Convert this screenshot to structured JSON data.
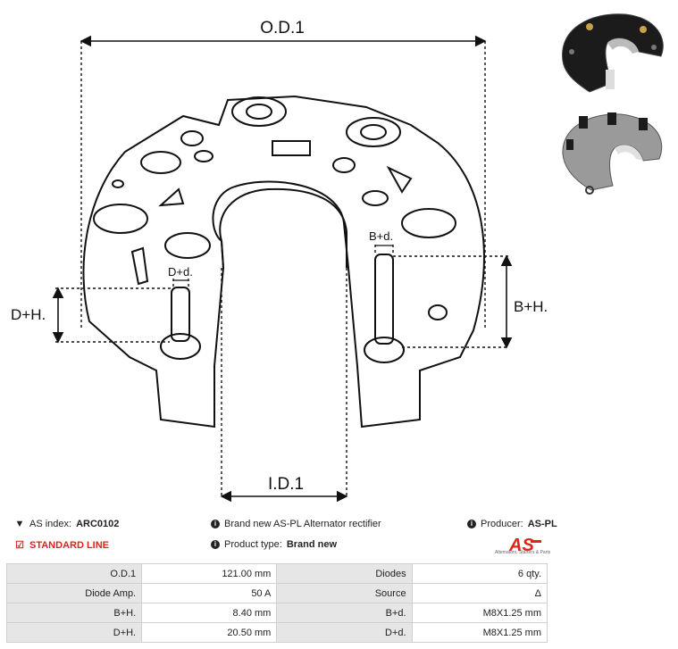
{
  "drawing": {
    "od_label": "O.D.1",
    "id_label": "I.D.1",
    "dh_label": "D+H.",
    "bh_label": "B+H.",
    "dd_label": "D+d.",
    "bd_label": "B+d."
  },
  "info": {
    "as_index_label": "AS index:",
    "as_index_value": "ARC0102",
    "line_label": "STANDARD LINE",
    "description": "Brand new AS-PL Alternator rectifier",
    "product_type_label": "Product type:",
    "product_type_value": "Brand new",
    "producer_label": "Producer:",
    "producer_value": "AS-PL",
    "logo_text": "AS",
    "logo_tagline": "Alternators, Starters & Parts"
  },
  "specs": [
    {
      "k1": "O.D.1",
      "v1": "121.00 mm",
      "k2": "Diodes",
      "v2": "6 qty."
    },
    {
      "k1": "Diode Amp.",
      "v1": "50 A",
      "k2": "Source",
      "v2": "Δ"
    },
    {
      "k1": "B+H.",
      "v1": "8.40 mm",
      "k2": "B+d.",
      "v2": "M8X1.25 mm"
    },
    {
      "k1": "D+H.",
      "v1": "20.50 mm",
      "k2": "D+d.",
      "v2": "M8X1.25 mm"
    }
  ],
  "colors": {
    "accent_red": "#e2231a",
    "header_gray": "#e6e6e6"
  }
}
